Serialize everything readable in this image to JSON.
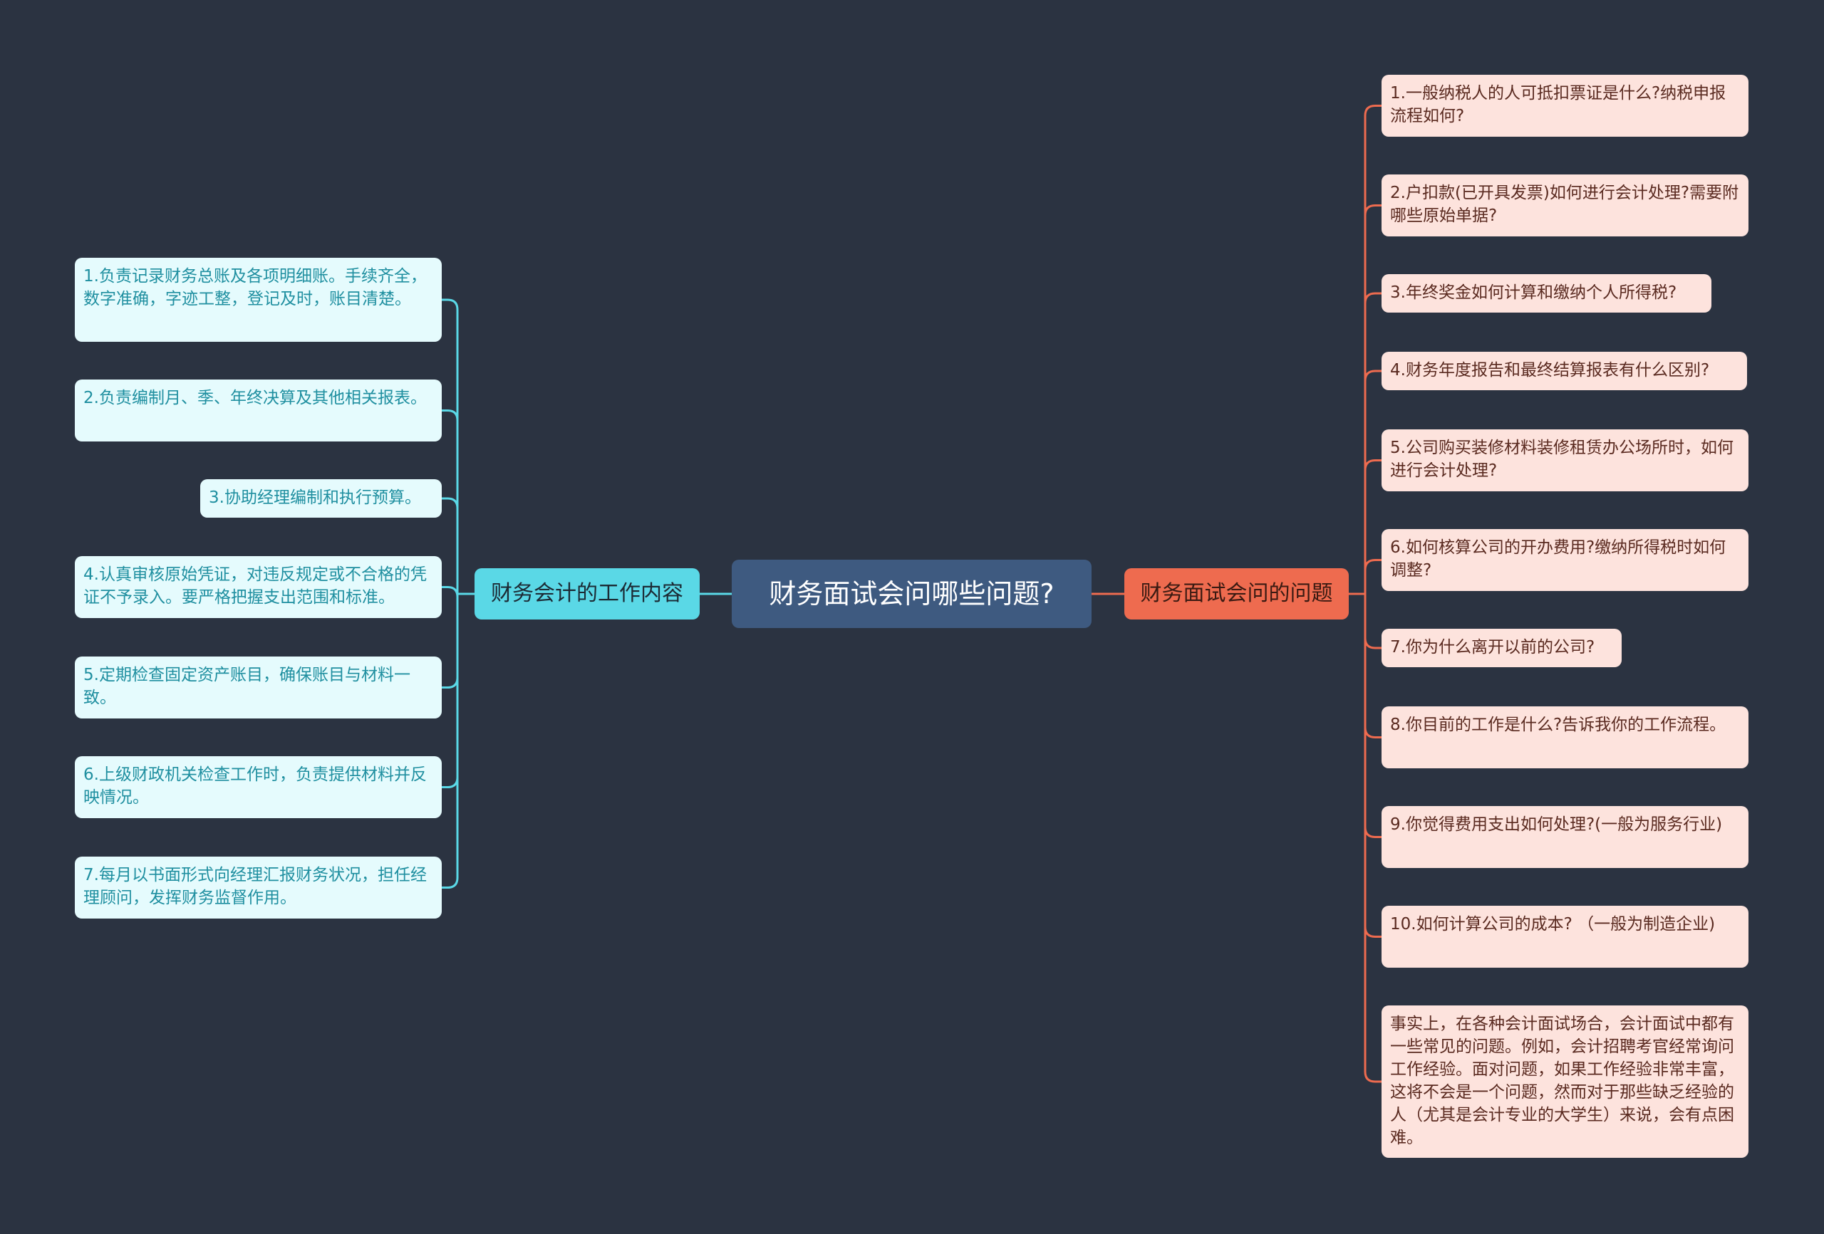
{
  "mindmap": {
    "root": "财务面试会问哪些问题?",
    "colors": {
      "background": "#2b3341",
      "root": "#3e5a80",
      "left_branch": "#5ad8e6",
      "left_leaf": "#e5fbfd",
      "left_line": "#5ad8e6",
      "right_branch": "#ee6b4f",
      "right_leaf": "#fde3dd",
      "right_line": "#ee6b4f"
    },
    "left": {
      "title": "财务会计的工作内容",
      "items": [
        "1.负责记录财务总账及各项明细账。手续齐全，数字准确，字迹工整，登记及时，账目清楚。",
        "2.负责编制月、季、年终决算及其他相关报表。",
        "3.协助经理编制和执行预算。",
        "4.认真审核原始凭证，对违反规定或不合格的凭证不予录入。要严格把握支出范围和标准。",
        "5.定期检查固定资产账目，确保账目与材料一致。",
        "6.上级财政机关检查工作时，负责提供材料并反映情况。",
        "7.每月以书面形式向经理汇报财务状况，担任经理顾问，发挥财务监督作用。"
      ]
    },
    "right": {
      "title": "财务面试会问的问题",
      "items": [
        "1.一般纳税人的人可抵扣票证是什么?纳税申报流程如何?",
        "2.户扣款(已开具发票)如何进行会计处理?需要附哪些原始单据?",
        "3.年终奖金如何计算和缴纳个人所得税?",
        "4.财务年度报告和最终结算报表有什么区别?",
        "5.公司购买装修材料装修租赁办公场所时，如何进行会计处理?",
        "6.如何核算公司的开办费用?缴纳所得税时如何调整?",
        "7.你为什么离开以前的公司?",
        "8.你目前的工作是什么?告诉我你的工作流程。",
        "9.你觉得费用支出如何处理?(一般为服务行业)",
        "10.如何计算公司的成本? （一般为制造企业)",
        "事实上，在各种会计面试场合，会计面试中都有一些常见的问题。例如，会计招聘考官经常询问工作经验。面对问题，如果工作经验非常丰富，这将不会是一个问题，然而对于那些缺乏经验的人（尤其是会计专业的大学生）来说，会有点困难。"
      ]
    }
  }
}
